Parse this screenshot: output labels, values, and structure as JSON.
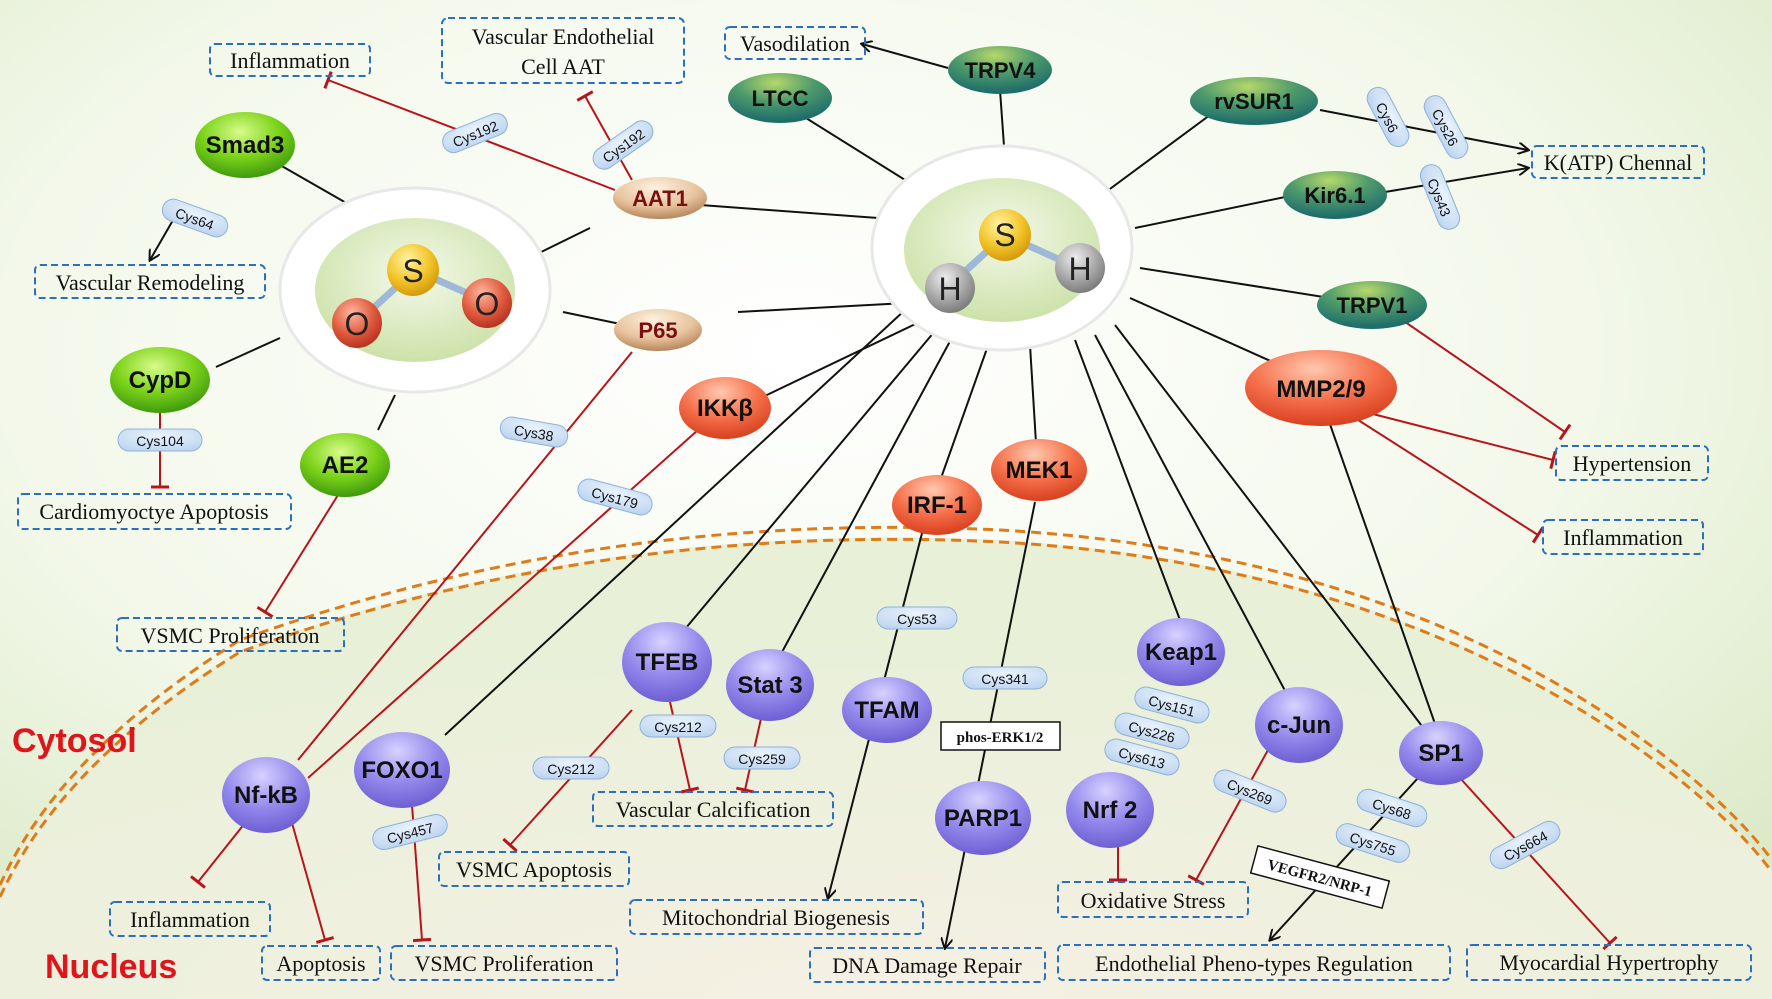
{
  "regions": {
    "cytosol": "Cytosol",
    "nucleus": "Nucleus"
  },
  "molecules": {
    "so2": {
      "s": "S",
      "o1": "O",
      "o2": "O"
    },
    "h2s": {
      "s": "S",
      "h1": "H",
      "h2": "H"
    }
  },
  "nodes": {
    "smad3": "Smad3",
    "aat1": "AAT1",
    "ltcc": "LTCC",
    "trpv4": "TRPV4",
    "rvsur1": "rvSUR1",
    "kir61": "Kir6.1",
    "trpv1": "TRPV1",
    "mmp29": "MMP2/9",
    "p65": "P65",
    "cypd": "CypD",
    "ae2": "AE2",
    "ikkb": "IKKβ",
    "irf1": "IRF-1",
    "mek1": "MEK1",
    "tfeb": "TFEB",
    "stat3": "Stat 3",
    "tfam": "TFAM",
    "keap1": "Keap1",
    "cjun": "c-Jun",
    "sp1": "SP1",
    "nfkb": "Nf-kB",
    "foxo1": "FOXO1",
    "parp1": "PARP1",
    "nrf2": "Nrf 2"
  },
  "outcomes": {
    "inflammation_top": "Inflammation",
    "vec_aat_line1": "Vascular Endothelial",
    "vec_aat_line2": "Cell AAT",
    "vasodilation": "Vasodilation",
    "katp": "K(ATP) Chennal",
    "vascular_remodeling": "Vascular Remodeling",
    "hypertension": "Hypertension",
    "inflammation_right": "Inflammation",
    "cardio_apoptosis": "Cardiomyoctye Apoptosis",
    "vsmc_prolif_left": "VSMC Proliferation",
    "vsmc_apoptosis": "VSMC Apoptosis",
    "vascular_calcification": "Vascular Calcification",
    "mito_biogenesis": "Mitochondrial  Biogenesis",
    "dna_repair": "DNA Damage Repair",
    "oxidative_stress": "Oxidative Stress",
    "endothelial": "Endothelial Pheno-types Regulation",
    "myocardial": "Myocardial Hypertrophy",
    "inflammation_nuc": "Inflammation",
    "apoptosis_nuc": "Apoptosis",
    "vsmc_prolif_nuc": "VSMC Proliferation"
  },
  "plain_boxes": {
    "phos_erk": "phos-ERK1/2",
    "vegfr2": "VEGFR2/NRP-1"
  },
  "cys_labels": {
    "c192a": "Cys192",
    "c192b": "Cys192",
    "c64": "Cys64",
    "c6": "Cys6",
    "c26": "Cys26",
    "c43": "Cys43",
    "c38": "Cys38",
    "c104": "Cys104",
    "c179": "Cys179",
    "c53": "Cys53",
    "c341": "Cys341",
    "c212a": "Cys212",
    "c212b": "Cys212",
    "c259": "Cys259",
    "c151": "Cys151",
    "c226": "Cys226",
    "c613": "Cys613",
    "c269": "Cys269",
    "c68": "Cys68",
    "c755": "Cys755",
    "c664": "Cys664",
    "c457": "Cys457"
  },
  "colors": {
    "black_link": "#111111",
    "inhibit_red": "#b8141b",
    "box_border": "#2a6fc0",
    "cys_fill": "#c9ddf3"
  }
}
